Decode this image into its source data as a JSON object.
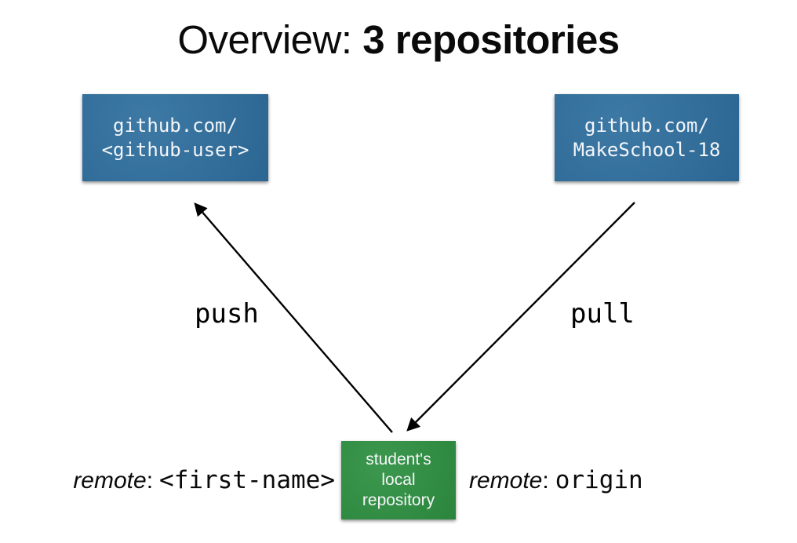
{
  "title": {
    "prefix": "Overview: ",
    "bold": "3 repositories"
  },
  "boxes": {
    "github_user": {
      "line1": "github.com/",
      "line2": "<github-user>"
    },
    "makeschool": {
      "line1": "github.com/",
      "line2": "MakeSchool-18"
    },
    "local": {
      "line1": "student's",
      "line2": "local",
      "line3": "repository"
    }
  },
  "arrows": {
    "push_label": "push",
    "pull_label": "pull"
  },
  "remotes": {
    "left": {
      "word": "remote",
      "colon": ":",
      "value": "<first-name>"
    },
    "right": {
      "word": "remote",
      "colon": ":",
      "value": "origin"
    }
  },
  "colors": {
    "box_blue": "#2f6f9f",
    "box_green": "#2e9041",
    "box_text": "#ffffff",
    "arrow": "#000000",
    "title_text": "#0a0a0a"
  }
}
